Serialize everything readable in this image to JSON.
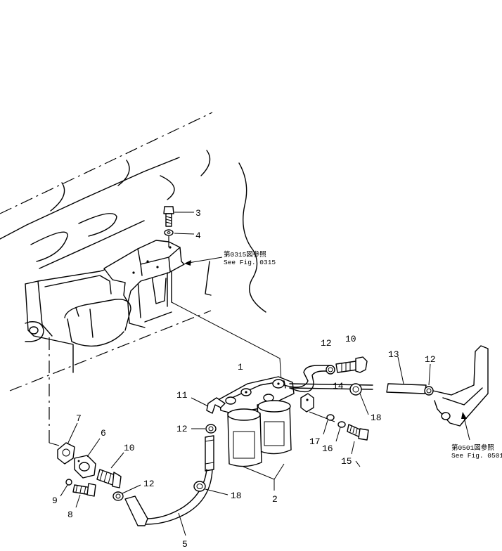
{
  "callouts": {
    "c1": "1",
    "c2": "2",
    "c3": "3",
    "c4": "4",
    "c5": "5",
    "c6": "6",
    "c7": "7",
    "c8": "8",
    "c9": "9",
    "c10a": "10",
    "c10b": "10",
    "c11": "11",
    "c12a": "12",
    "c12b": "12",
    "c12c": "12",
    "c12d": "12",
    "c13": "13",
    "c14": "14",
    "c15": "15",
    "c16": "16",
    "c17": "17",
    "c18a": "18",
    "c18b": "18"
  },
  "references": {
    "fig0315_jp": "第0315図参照",
    "fig0315_en": "See Fig. 0315",
    "fig0501_jp": "第0501図参照",
    "fig0501_en": "See Fig. 0501"
  }
}
